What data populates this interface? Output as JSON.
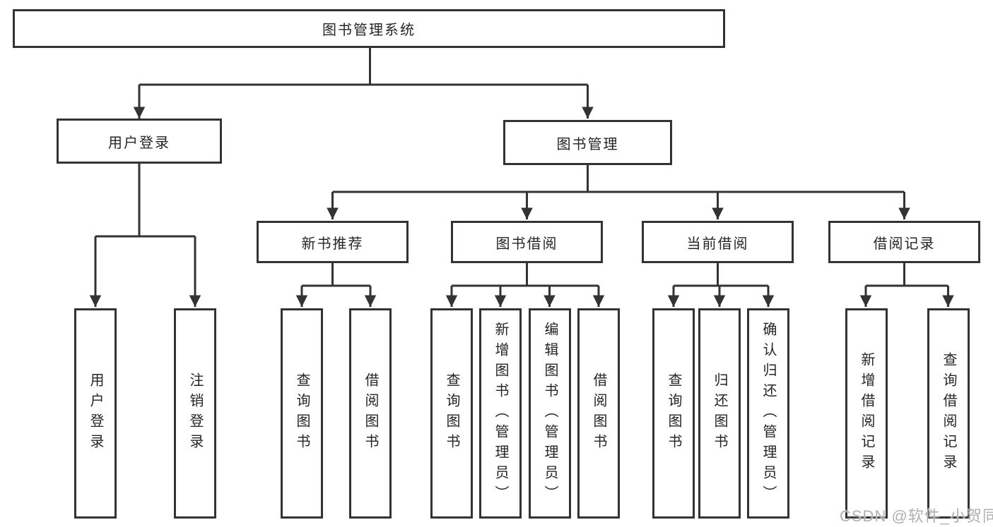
{
  "diagram": {
    "watermark": "CSDN @软件_小贺同学",
    "colors": {
      "line": "#333333",
      "box_border": "#333333",
      "box_fill": "#ffffff",
      "text": "#252525",
      "watermark": "#b0b0b0"
    }
  },
  "nodes": {
    "root": {
      "label": "图书管理系统"
    },
    "level2": {
      "user_login": {
        "label": "用户登录"
      },
      "book_management": {
        "label": "图书管理"
      }
    },
    "level3": {
      "new_books": {
        "label": "新书推荐"
      },
      "book_borrow": {
        "label": "图书借阅"
      },
      "current_borrow": {
        "label": "当前借阅"
      },
      "borrow_records": {
        "label": "借阅记录"
      }
    },
    "leaves": {
      "user_login": [
        "用户登录",
        "注销登录"
      ],
      "new_books": [
        "查询图书",
        "借阅图书"
      ],
      "book_borrow": [
        "查询图书",
        "新增图书（管理员）",
        "编辑图书（管理员）",
        "借阅图书"
      ],
      "current_borrow": [
        "查询图书",
        "归还图书",
        "确认归还（管理员）"
      ],
      "borrow_records": [
        "新增借阅记录",
        "查询借阅记录"
      ]
    }
  }
}
